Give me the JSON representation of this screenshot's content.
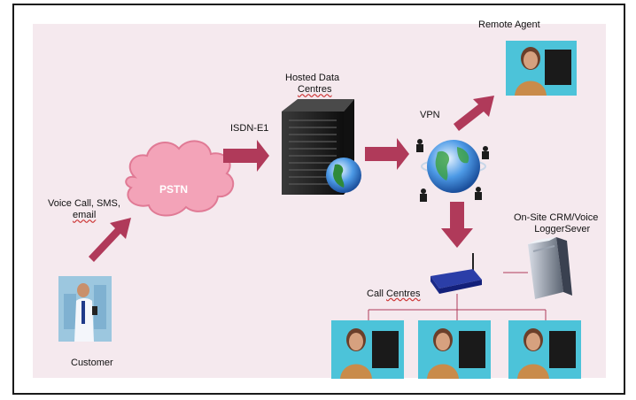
{
  "nodes": {
    "voice": {
      "line1": "Voice Call, SMS,",
      "line2": "email"
    },
    "pstn": "PSTN",
    "isdn": "ISDN-E1",
    "hosted": {
      "line1": "Hosted Data",
      "line2": "Centres"
    },
    "vpn": "VPN",
    "remote": "Remote Agent",
    "crm": {
      "line1": "On-Site CRM/Voice",
      "line2": "LoggerSever"
    },
    "callcentres": {
      "line1": "Call ",
      "line2": "Centres"
    },
    "customer": "Customer"
  },
  "colors": {
    "background": "#f5e9ee",
    "arrow": "#b03a5a",
    "cloud": "#f3a3b8",
    "cloud_stroke": "#e07a95",
    "agent_panel": "#4cc3d9",
    "globe": "#2a7ed4",
    "server": "#222222"
  }
}
